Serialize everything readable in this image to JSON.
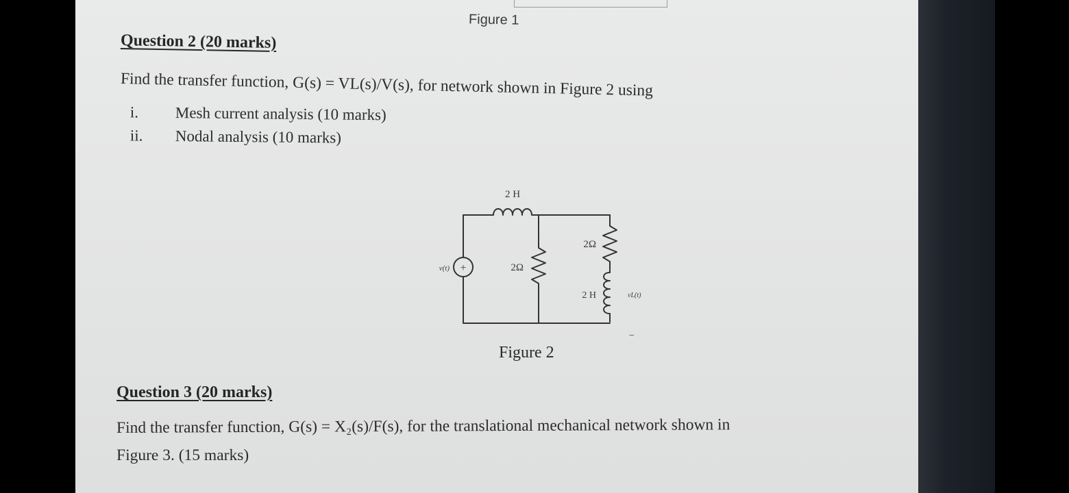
{
  "figure1": {
    "caption": "Figure 1"
  },
  "question2": {
    "heading": "Question 2 (20 marks)",
    "text": "Find the transfer function, G(s) = VL(s)/V(s), for network shown in Figure 2 using",
    "items": [
      {
        "number": "i.",
        "text": "Mesh current analysis (10 marks)"
      },
      {
        "number": "ii.",
        "text": "Nodal analysis  (10 marks)"
      }
    ]
  },
  "figure2": {
    "caption": "Figure 2",
    "labels": {
      "inductor_top": "2 H",
      "resistor_middle": "2Ω",
      "resistor_right": "2Ω",
      "inductor_right": "2 H",
      "source": "v(t)",
      "source_sign": "+",
      "output": "vL(t)",
      "output_sign": "−"
    }
  },
  "question3": {
    "heading": "Question 3 (20 marks)",
    "text_line1": "Find the transfer function, G(s) = X₂(s)/F(s), for the translational mechanical network shown in",
    "text_line2": "Figure 3. (15 marks)"
  }
}
